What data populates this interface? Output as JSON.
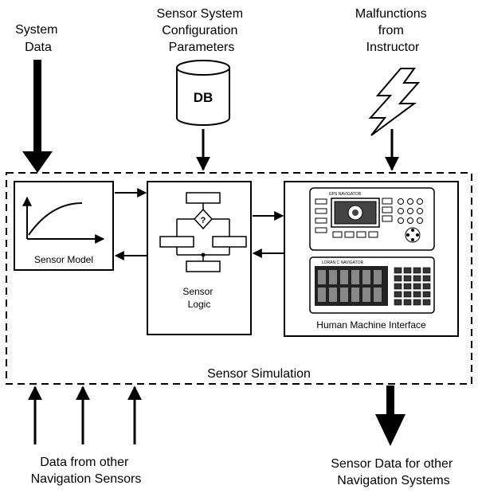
{
  "labels": {
    "system_data": [
      "System",
      "Data"
    ],
    "sensor_config": [
      "Sensor System",
      "Configuration",
      "Parameters"
    ],
    "malfunctions": [
      "Malfunctions",
      "from",
      "Instructor"
    ],
    "db": "DB",
    "sensor_model": "Sensor Model",
    "sensor_logic": [
      "Sensor",
      "Logic"
    ],
    "hmi": "Human Machine Interface",
    "sensor_simulation": "Sensor Simulation",
    "data_from_other": [
      "Data from other",
      "Navigation Sensors"
    ],
    "sensor_data_out": [
      "Sensor Data for other",
      "Navigation Systems"
    ]
  },
  "device_labels": {
    "gps_navigator": "GPS NAVIGATOR",
    "loran_navigator": "LORAN C NAVIGATOR",
    "decision_mark": "?"
  }
}
